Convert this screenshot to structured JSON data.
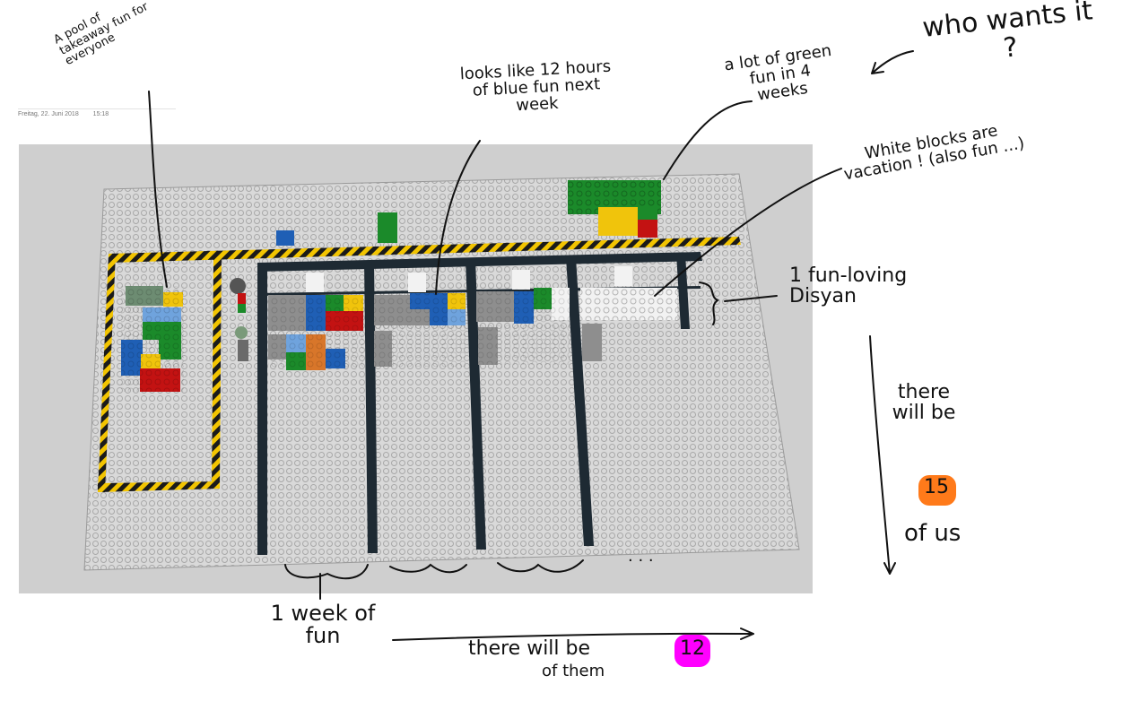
{
  "header": {
    "date": "Freitag, 22. Juni 2018",
    "time": "15:18"
  },
  "annotations": {
    "pool": "A pool of takeaway fun for everyone",
    "blue_fun": "looks like 12 hours of blue fun next week",
    "green_fun": "a lot of green fun in 4 weeks",
    "who": "who wants it ?",
    "white_blocks": "White blocks are vacation ! (also fun ...)",
    "fun_loving": "1 fun-loving Disyan",
    "week_brace_1": "⌣",
    "week_of_fun": "1 week of fun",
    "ellipsis": ". . .",
    "there_will_be_12_a": "there will be",
    "twelve": "12",
    "there_will_be_12_b": "of them",
    "there_will_be_15_a": "there will be",
    "fifteen": "15",
    "there_will_be_15_b": "of us"
  },
  "colors": {
    "background": "#ffffff",
    "photo_bg": "#cfcfcf",
    "baseplate": "#dadada",
    "stud": "#b0b0b0",
    "rail": "#1e2a33",
    "hazard_yellow": "#f2c400",
    "hazard_black": "#1a1a1a",
    "brick_blue": "#1f5fb5",
    "brick_green": "#1b8a2a",
    "brick_red": "#c31212",
    "brick_yellow": "#f0c40c",
    "brick_gray": "#8e8e8e",
    "brick_white": "#f2f2f2",
    "brick_orange": "#d8762a",
    "brick_lightblue": "#6fa3dd",
    "brick_sand": "#6d8c72",
    "highlight_magenta": "#ff00ff",
    "highlight_orange": "#ff7a1a"
  }
}
